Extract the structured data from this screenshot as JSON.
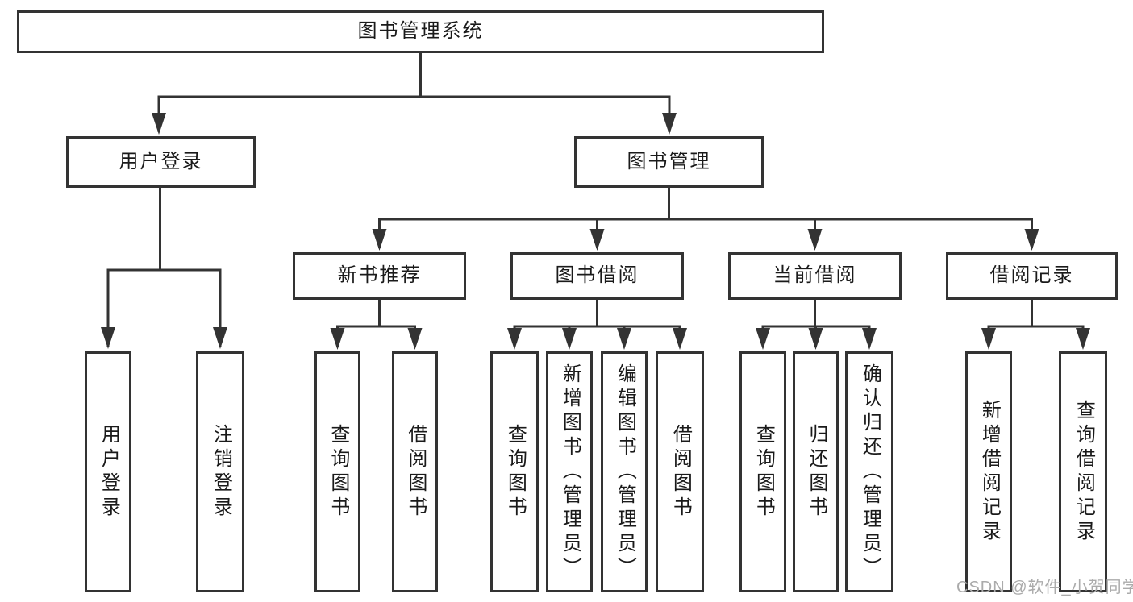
{
  "diagram": {
    "type": "function-structure-tree",
    "colors": {
      "line": "#333333",
      "box_border": "#333333",
      "text": "#1a1a1a",
      "background": "#ffffff",
      "watermark": "#ababab"
    }
  },
  "hierarchy": {
    "root": {
      "label": "图书管理系统",
      "children": [
        {
          "label": "用户登录",
          "children": [
            {
              "label": "用户登录"
            },
            {
              "label": "注销登录"
            }
          ]
        },
        {
          "label": "图书管理",
          "children": [
            {
              "label": "新书推荐",
              "children": [
                {
                  "label": "查询图书"
                },
                {
                  "label": "借阅图书"
                }
              ]
            },
            {
              "label": "图书借阅",
              "children": [
                {
                  "label": "查询图书"
                },
                {
                  "label": "新增图书（管理员）"
                },
                {
                  "label": "编辑图书（管理员）"
                },
                {
                  "label": "借阅图书"
                }
              ]
            },
            {
              "label": "当前借阅",
              "children": [
                {
                  "label": "查询图书"
                },
                {
                  "label": "归还图书"
                },
                {
                  "label": "确认归还（管理员）"
                }
              ]
            },
            {
              "label": "借阅记录",
              "children": [
                {
                  "label": "新增借阅记录"
                },
                {
                  "label": "查询借阅记录"
                }
              ]
            }
          ]
        }
      ]
    }
  },
  "watermark": {
    "text": "CSDN @软件_小贺同学"
  }
}
